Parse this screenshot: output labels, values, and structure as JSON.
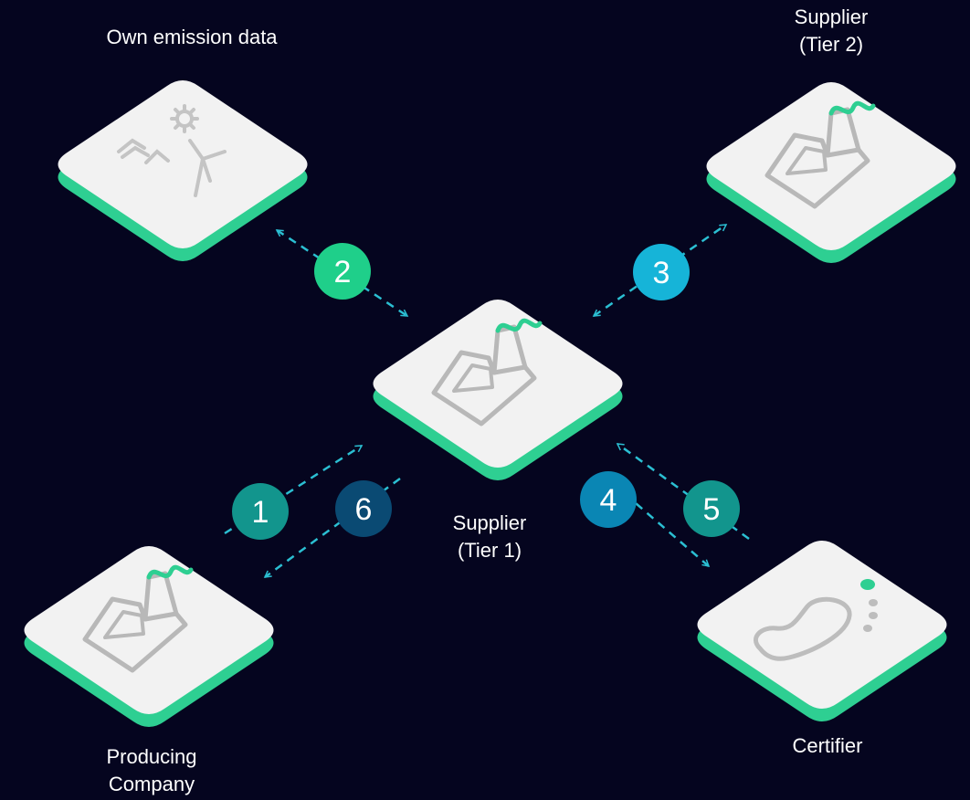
{
  "nodes": {
    "own_emission": {
      "label": "Own emission data"
    },
    "supplier_tier2": {
      "line1": "Supplier",
      "line2": "(Tier 2)"
    },
    "supplier_tier1": {
      "line1": "Supplier",
      "line2": "(Tier 1)"
    },
    "producing_company": {
      "line1": "Producing",
      "line2": "Company"
    },
    "certifier": {
      "label": "Certifier"
    }
  },
  "steps": [
    {
      "number": "1",
      "color": "#12958d"
    },
    {
      "number": "2",
      "color": "#1fcf8a"
    },
    {
      "number": "3",
      "color": "#16b4d8"
    },
    {
      "number": "4",
      "color": "#0a86b4"
    },
    {
      "number": "5",
      "color": "#12958d"
    },
    {
      "number": "6",
      "color": "#0a4a73"
    }
  ],
  "colors": {
    "background": "#05051f",
    "tile": "#f2f2f2",
    "tile_base": "#2ecf92",
    "arrow": "#2bbfd2",
    "icon": "#bdbdbd",
    "accent": "#2ecf92"
  }
}
